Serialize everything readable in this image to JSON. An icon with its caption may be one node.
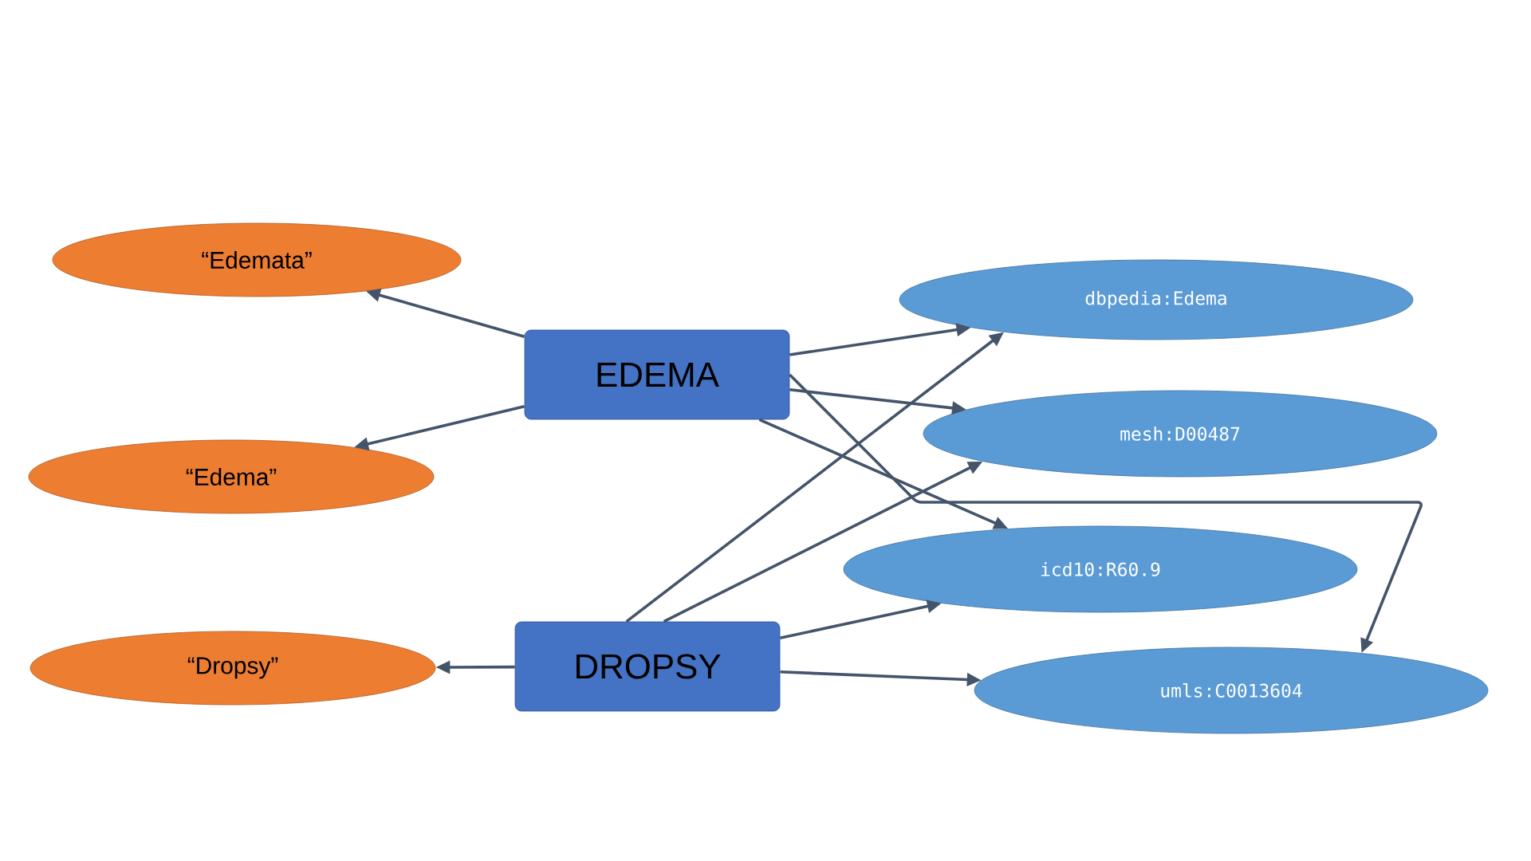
{
  "diagram": {
    "nodes": [
      {
        "text": [
          "“Edemata”"
        ]
      },
      {
        "text": [
          "“Edema”"
        ]
      },
      {
        "text": [
          "“Dropsy”"
        ]
      },
      {
        "text": [
          "EDEMA"
        ]
      },
      {
        "text": [
          "DROPSY"
        ]
      },
      {
        "text": [
          "dbpedia:Edema"
        ]
      },
      {
        "text": [
          "mesh:D00487"
        ]
      },
      {
        "text": [
          "icd10:R60.9"
        ]
      },
      {
        "text": [
          "umls:C0013604"
        ]
      }
    ],
    "edges": [
      {
        "from": 3,
        "to": 0,
        "arrow": "to"
      },
      {
        "from": 3,
        "to": 1,
        "arrow": "to"
      },
      {
        "from": 4,
        "to": 2,
        "arrow": "to"
      },
      {
        "from": 3,
        "to": 5,
        "arrow": "to"
      },
      {
        "from": 3,
        "to": 6,
        "arrow": "to"
      },
      {
        "from": 3,
        "to": 7,
        "arrow": "to"
      },
      {
        "from": 3,
        "to": 8,
        "arrow": "to"
      },
      {
        "from": 4,
        "to": 5,
        "arrow": "to"
      },
      {
        "from": 4,
        "to": 6,
        "arrow": "to"
      },
      {
        "from": 4,
        "to": 7,
        "arrow": "to"
      },
      {
        "from": 4,
        "to": 8,
        "arrow": "to"
      }
    ]
  }
}
